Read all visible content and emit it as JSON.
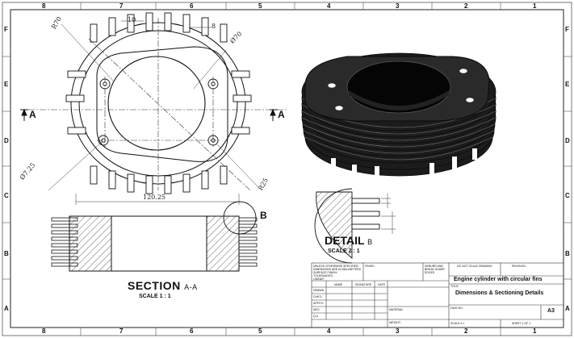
{
  "zones": {
    "columns": [
      "8",
      "7",
      "6",
      "5",
      "4",
      "3",
      "2",
      "1"
    ],
    "rows": [
      "F",
      "E",
      "D",
      "C",
      "B",
      "A"
    ]
  },
  "front_view": {
    "dims": {
      "r70": "R70",
      "fin_gap": "10",
      "fin_width": "8",
      "dia70": "Ø70",
      "dia7": "Ø7.25",
      "r25": "R25",
      "width": "120.25"
    },
    "section_arrow": "A"
  },
  "section_view": {
    "title": "SECTION",
    "suffix": "A-A",
    "scale": "SCALE 1 : 1",
    "detail_ref": "B"
  },
  "detail_view": {
    "title": "DETAIL",
    "suffix": "B",
    "scale": "SCALE 2 : 1"
  },
  "title_block": {
    "notes": [
      "UNLESS OTHERWISE SPECIFIED:",
      "DIMENSIONS ARE IN MILLIMETERS",
      "SURFACE FINISH:",
      "TOLERANCES:",
      "LINEAR:",
      "ANGULAR:"
    ],
    "finish": "FINISH",
    "deburr": [
      "DEBURR AND",
      "BREAK SHARP",
      "EDGES"
    ],
    "do_not_scale": "DO NOT SCALE DRAWING",
    "revision": "REVISION",
    "project_title": "Engine cylinder with circular fins",
    "title_label": "TITLE:",
    "sheet_title": "Dimensions & Sectioning Details",
    "row_headers": [
      "NAME",
      "SIGNATURE",
      "DATE"
    ],
    "roles": [
      "DRAWN",
      "CHK'D",
      "APPV'D",
      "MFG",
      "Q.A"
    ],
    "material": "MATERIAL:",
    "weight": "WEIGHT:",
    "dwg_no": "DWG NO.",
    "size": "A3",
    "scale_cell": "SCALE:1:1",
    "sheet_cell": "SHEET 1 OF 1"
  }
}
